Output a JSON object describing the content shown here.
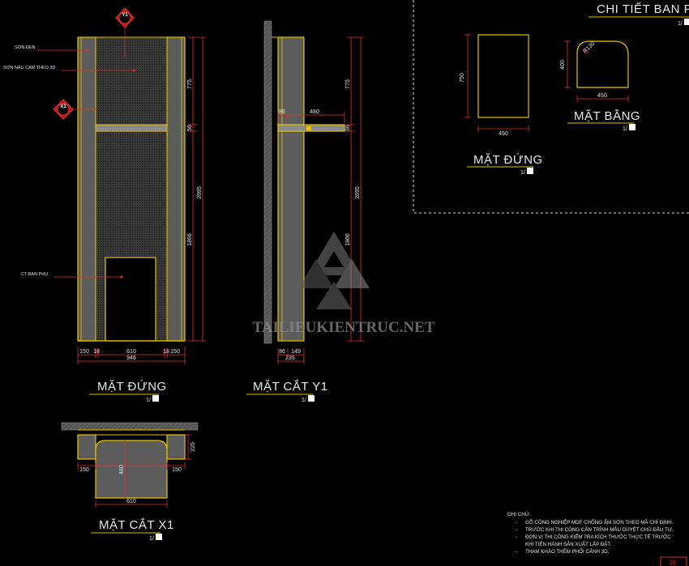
{
  "titles": {
    "front_elevation": "MẶT ĐỨNG",
    "section_y1": "MẶT CẮT Y1",
    "section_x1": "MẶT CẮT X1",
    "detail_title": "CHI TIẾT BAN PHỤ",
    "detail_front": "MẶT ĐỨNG",
    "detail_plan": "MẶT BẰNG"
  },
  "scale_label": "1/",
  "callouts": {
    "black_paint": "SƠN ĐEN",
    "brown_paint": "SƠN NÂU CAM THEO 3D",
    "side_table": "CT BAN PHỤ"
  },
  "section_tags": {
    "y1": "Y1",
    "x1": "X1"
  },
  "dims": {
    "elev_775": "775",
    "elev_56": "56",
    "elev_2695": "2695",
    "elev_1866": "1866",
    "elev_150a": "150",
    "elev_18a": "18",
    "elev_610": "610",
    "elev_18b": "18",
    "elev_150b": "150",
    "elev_946": "946",
    "sec_86": "86",
    "sec_480": "480",
    "sec_775": "775",
    "sec_56": "56",
    "sec_2695": "2695",
    "sec_1866": "1866",
    "sec_86b": "86",
    "sec_149": "149",
    "sec_235": "235",
    "x1_225": "225",
    "x1_480": "480",
    "x1_150a": "150",
    "x1_150b": "150",
    "x1_610": "610",
    "det_750": "750",
    "det_450a": "450",
    "det_400": "400",
    "det_r130": "R130",
    "det_450b": "450"
  },
  "notes": {
    "heading": "GHI CHÚ:",
    "lines": [
      "GỖ CÔNG NGHIỆP MDF CHỐNG ẨM SƠN THEO MÃ CHỈ ĐỊNH.",
      "TRƯỚC KHI THI CÔNG CẦN TRÌNH MẪU DUYỆT CHỦ ĐẦU TƯ.",
      "ĐƠN VỊ THI CÔNG KIỂM TRA KÍCH THƯỚC THỰC TẾ TRƯỚC",
      "KHI TIẾN HÀNH SẢN XUẤT LẮP ĐẶT.",
      "THAM KHẢO THÊM PHỐI CẢNH 3D."
    ],
    "bullets": [
      "-",
      "-",
      "-",
      "",
      "-"
    ]
  },
  "watermark": "TAILIEUKIENTRUC.NET",
  "page_number": "18",
  "colors": {
    "background": "#000000",
    "frame_yellow": "#e6c200",
    "dim_red": "#e03030",
    "text": "#e6e6e6",
    "panel_grey": "#5c5c5c",
    "watermark": "#8a8a8a"
  }
}
